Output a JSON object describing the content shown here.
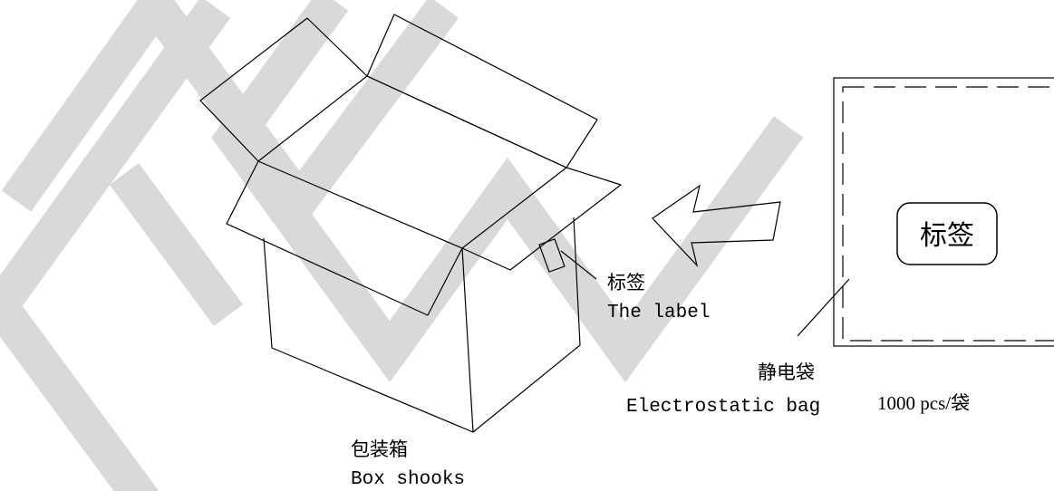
{
  "watermark": {
    "text": "NEW",
    "color": "#d9d9d9"
  },
  "box": {
    "label_zh": "包装箱",
    "label_en": "Box shooks"
  },
  "label_callout": {
    "label_zh": "标签",
    "label_en": "The label"
  },
  "bag": {
    "tag_text": "标签",
    "label_zh": "静电袋",
    "label_en": "Electrostatic bag",
    "quantity": "1000 pcs/袋"
  },
  "arrow": {
    "direction": "left"
  }
}
